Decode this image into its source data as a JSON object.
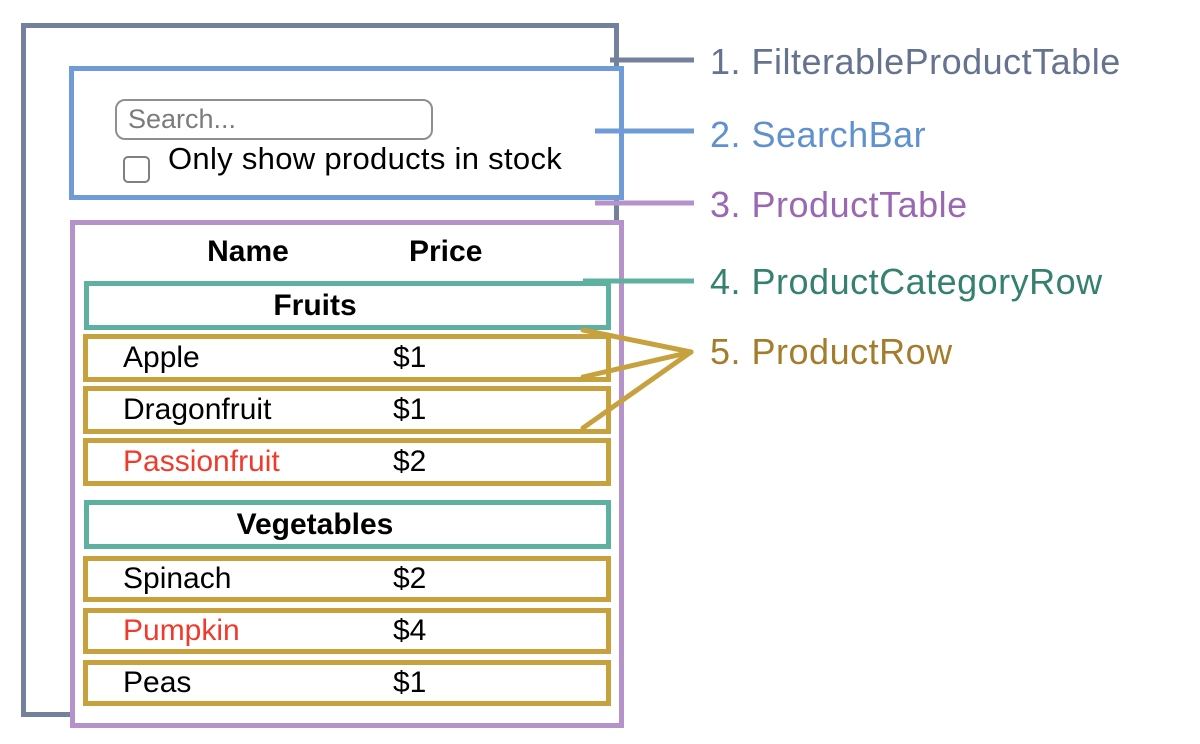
{
  "colors": {
    "slate": "#74819d",
    "slate-text": "#65738f",
    "blue": "#6f9cd6",
    "blue-text": "#5f91cc",
    "purple": "#b592c9",
    "purple-text": "#9a68b2",
    "teal": "#5eb1a1",
    "teal-text": "#35806f",
    "gold": "#c6a13d",
    "gold-text": "#a47d2c",
    "red": "#f03a2b"
  },
  "search_bar": {
    "placeholder": "Search...",
    "checkbox_label": "Only show products in stock",
    "checkbox_checked": false
  },
  "product_table": {
    "columns": {
      "name": "Name",
      "price": "Price"
    },
    "categories": [
      {
        "name": "Fruits",
        "products": [
          {
            "name": "Apple",
            "price": "$1",
            "red": false
          },
          {
            "name": "Dragonfruit",
            "price": "$1",
            "red": false
          },
          {
            "name": "Passionfruit",
            "price": "$2",
            "red": true
          }
        ]
      },
      {
        "name": "Vegetables",
        "products": [
          {
            "name": "Spinach",
            "price": "$2",
            "red": false
          },
          {
            "name": "Pumpkin",
            "price": "$4",
            "red": true
          },
          {
            "name": "Peas",
            "price": "$1",
            "red": false
          }
        ]
      }
    ]
  },
  "annotations": [
    {
      "label": "1. FilterableProductTable"
    },
    {
      "label": "2. SearchBar"
    },
    {
      "label": "3. ProductTable"
    },
    {
      "label": "4. ProductCategoryRow"
    },
    {
      "label": "5. ProductRow"
    }
  ]
}
